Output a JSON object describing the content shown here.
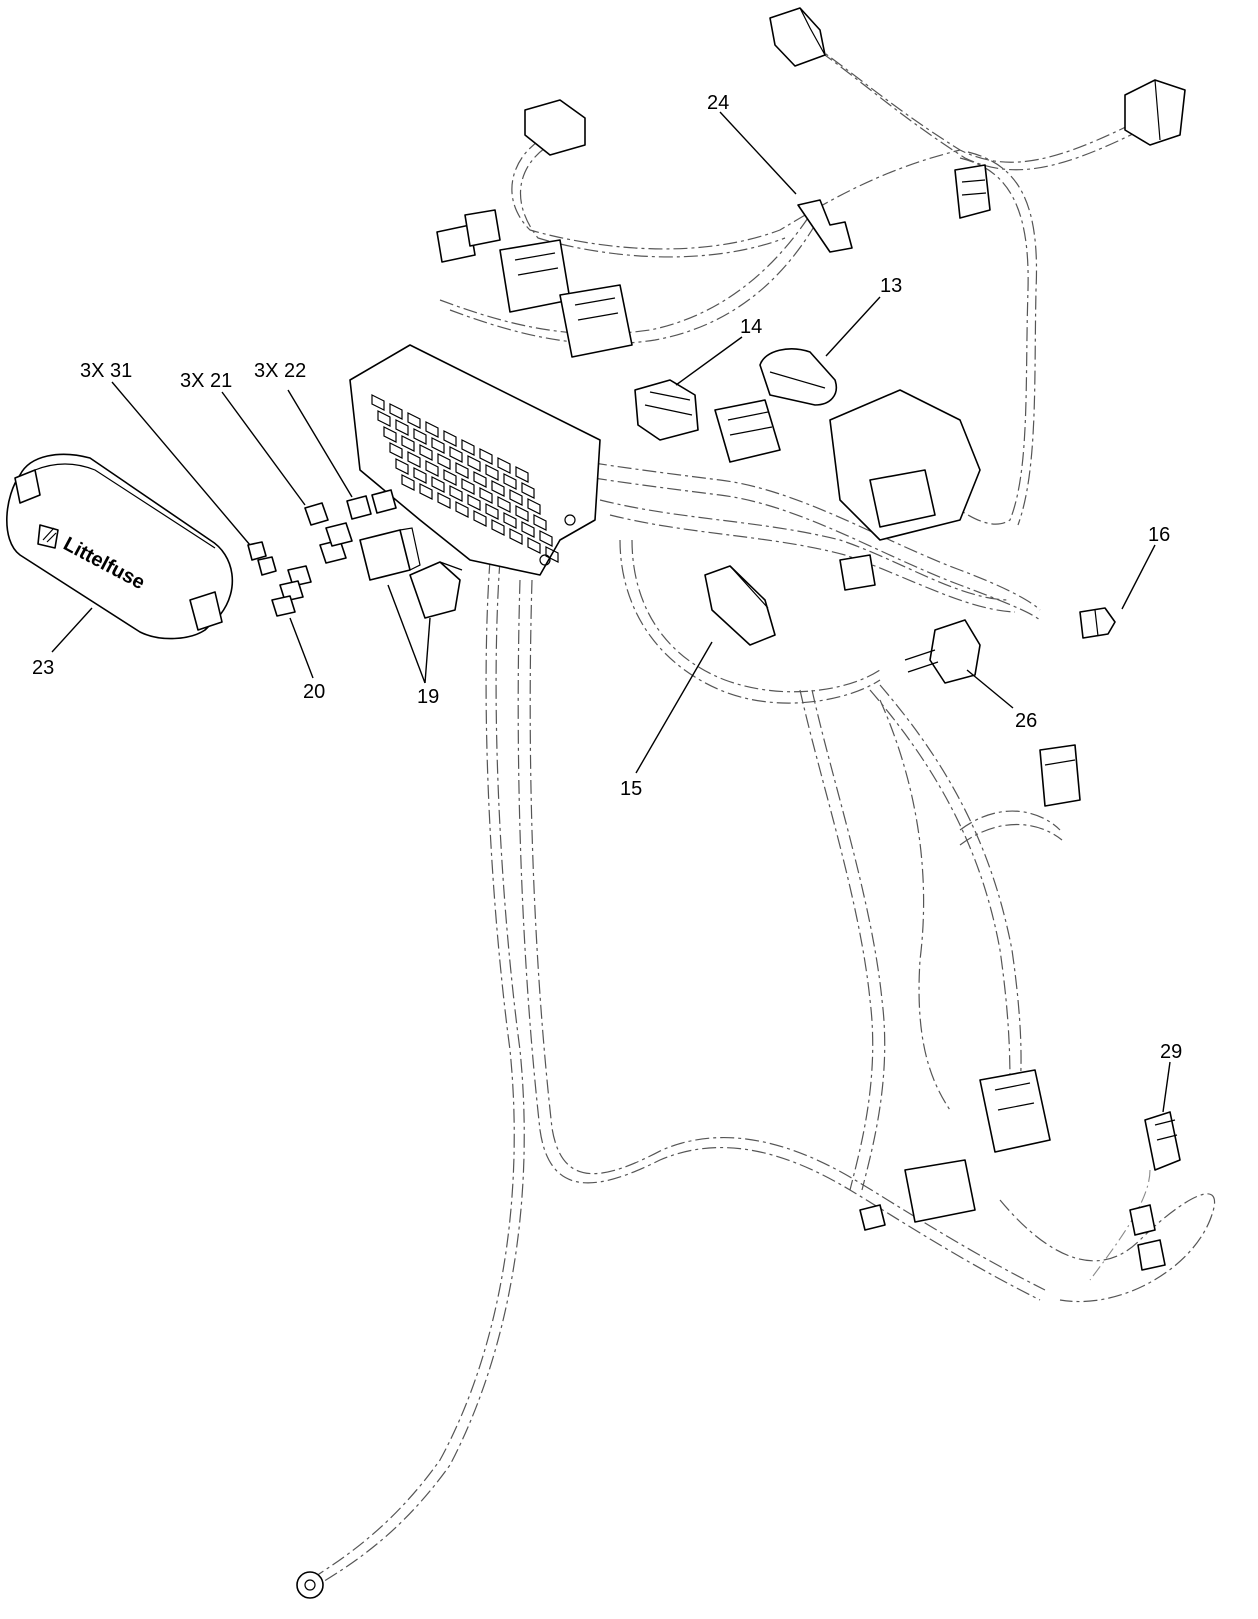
{
  "callouts": {
    "c24": "24",
    "c13": "13",
    "c14": "14",
    "c3x31": "3X 31",
    "c3x21": "3X 21",
    "c3x22": "3X 22",
    "c16": "16",
    "c23": "23",
    "c20": "20",
    "c19": "19",
    "c26": "26",
    "c15": "15",
    "c29": "29"
  },
  "fusebox_cover": {
    "brand": "Littelfuse"
  },
  "colors": {
    "line": "#000000",
    "wire": "#555555",
    "background": "#ffffff"
  }
}
